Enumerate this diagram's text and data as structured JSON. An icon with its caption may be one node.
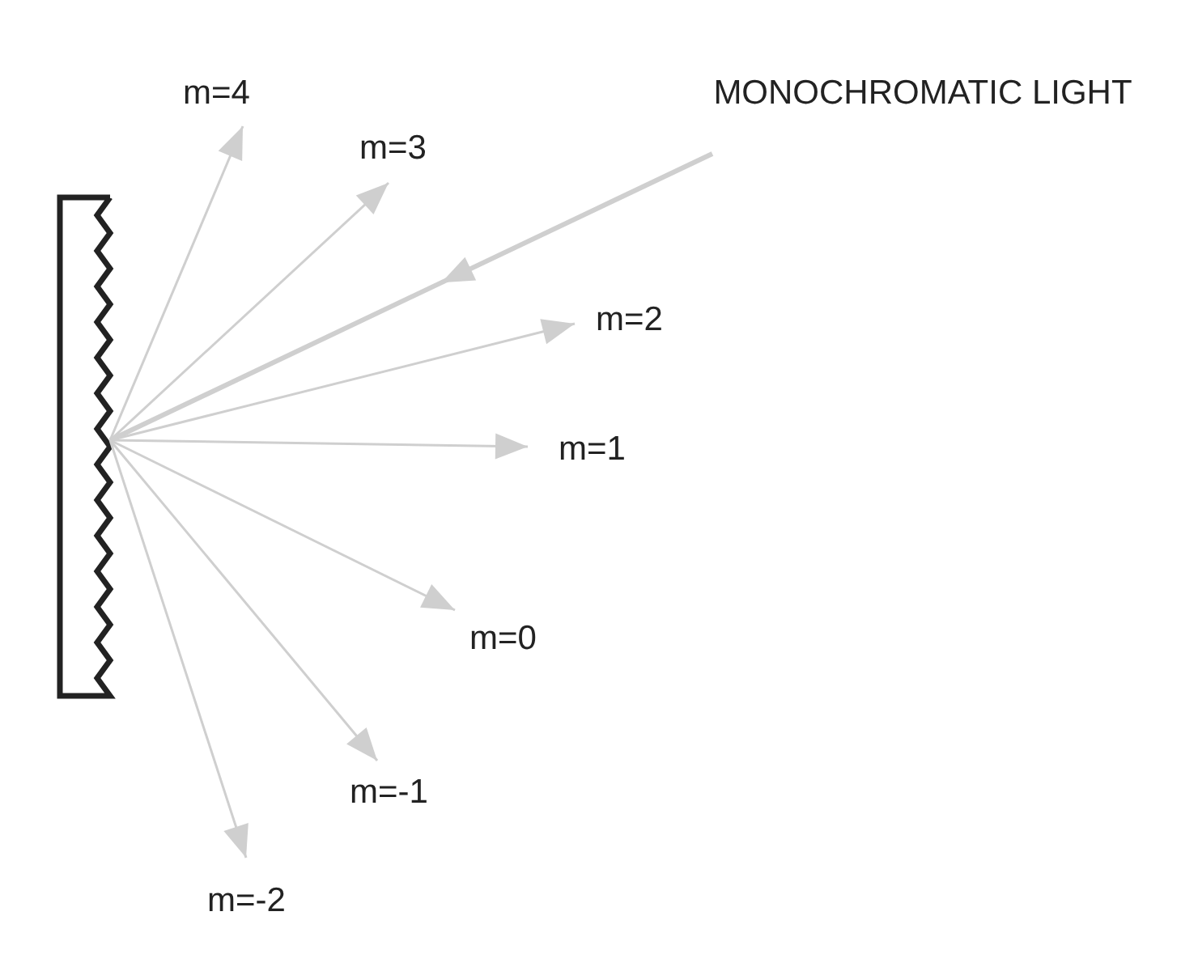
{
  "diagram": {
    "labels": [
      "m=4",
      "m=3",
      "MONOCHROMATIC LIGHT",
      "m=2",
      "m=1",
      "m=0",
      "m=-1",
      "m=-2"
    ]
  }
}
